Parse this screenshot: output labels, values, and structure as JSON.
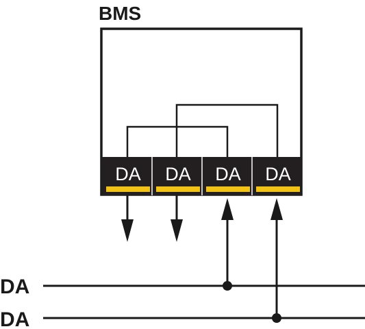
{
  "bms_label": "BMS",
  "terminals": [
    "DA",
    "DA",
    "DA",
    "DA"
  ],
  "bus_labels": [
    "DA",
    "DA"
  ],
  "colors": {
    "line": "#1a1a1a",
    "terminal_bg": "#231f20",
    "terminal_text": "#ffffff",
    "accent": "#f2c314"
  }
}
